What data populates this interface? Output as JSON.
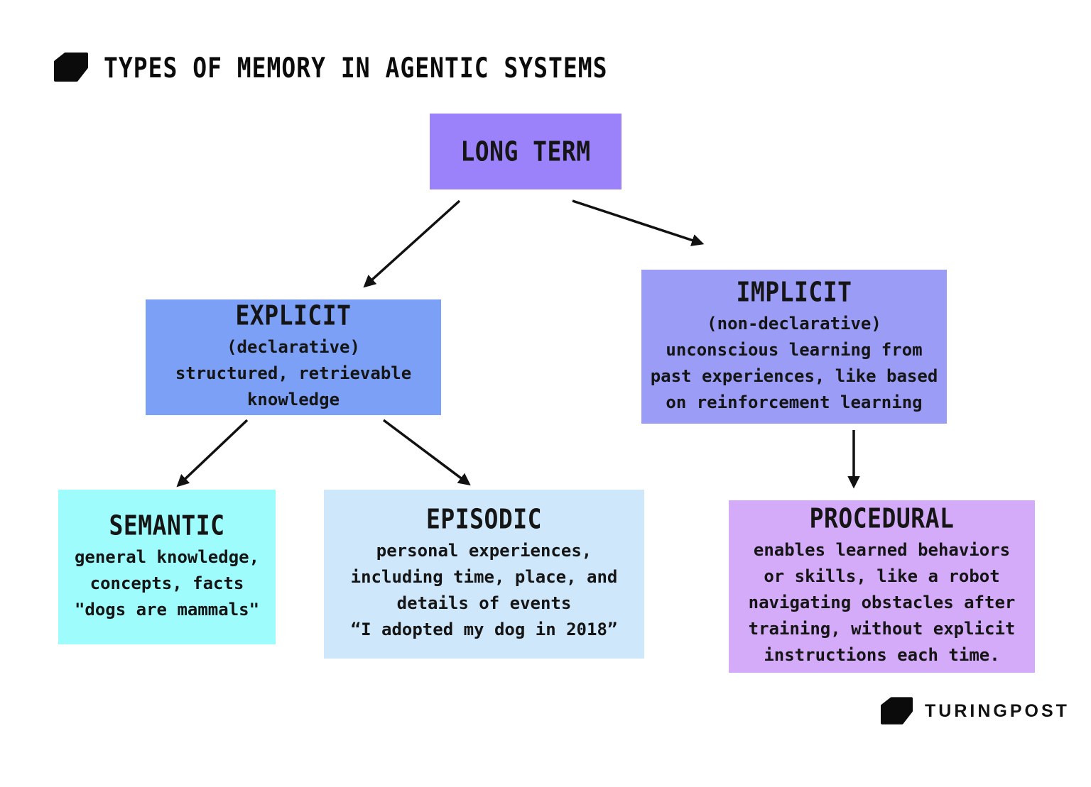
{
  "page": {
    "title": "TYPES OF MEMORY IN AGENTIC SYSTEMS"
  },
  "diagram": {
    "nodes": {
      "long_term": {
        "label": "LONG TERM",
        "color": "#9c82fa",
        "description_lines": []
      },
      "explicit": {
        "label": "EXPLICIT",
        "color": "#7ba0f5",
        "description_lines": [
          "(declarative)",
          "structured, retrievable",
          "knowledge"
        ]
      },
      "implicit": {
        "label": "IMPLICIT",
        "color": "#9a9cf5",
        "description_lines": [
          "(non-declarative)",
          "unconscious learning from",
          "past experiences, like based",
          "on reinforcement learning"
        ]
      },
      "semantic": {
        "label": "SEMANTIC",
        "color": "#9efcfc",
        "description_lines": [
          "general knowledge,",
          "concepts, facts",
          "\"dogs are mammals\""
        ]
      },
      "episodic": {
        "label": "EPISODIC",
        "color": "#cfe7fb",
        "description_lines": [
          "personal experiences,",
          "including time, place, and",
          "details of events",
          "“I adopted my dog in 2018”"
        ]
      },
      "procedural": {
        "label": "PROCEDURAL",
        "color": "#d4abf8",
        "description_lines": [
          "enables learned behaviors",
          "or skills, like a robot",
          "navigating obstacles after",
          "training, without explicit",
          "instructions each time."
        ]
      }
    },
    "edges": [
      {
        "from": "long_term",
        "to": "explicit"
      },
      {
        "from": "long_term",
        "to": "implicit"
      },
      {
        "from": "explicit",
        "to": "semantic"
      },
      {
        "from": "explicit",
        "to": "episodic"
      },
      {
        "from": "implicit",
        "to": "procedural"
      }
    ]
  },
  "footer": {
    "brand": "TURINGPOST"
  }
}
